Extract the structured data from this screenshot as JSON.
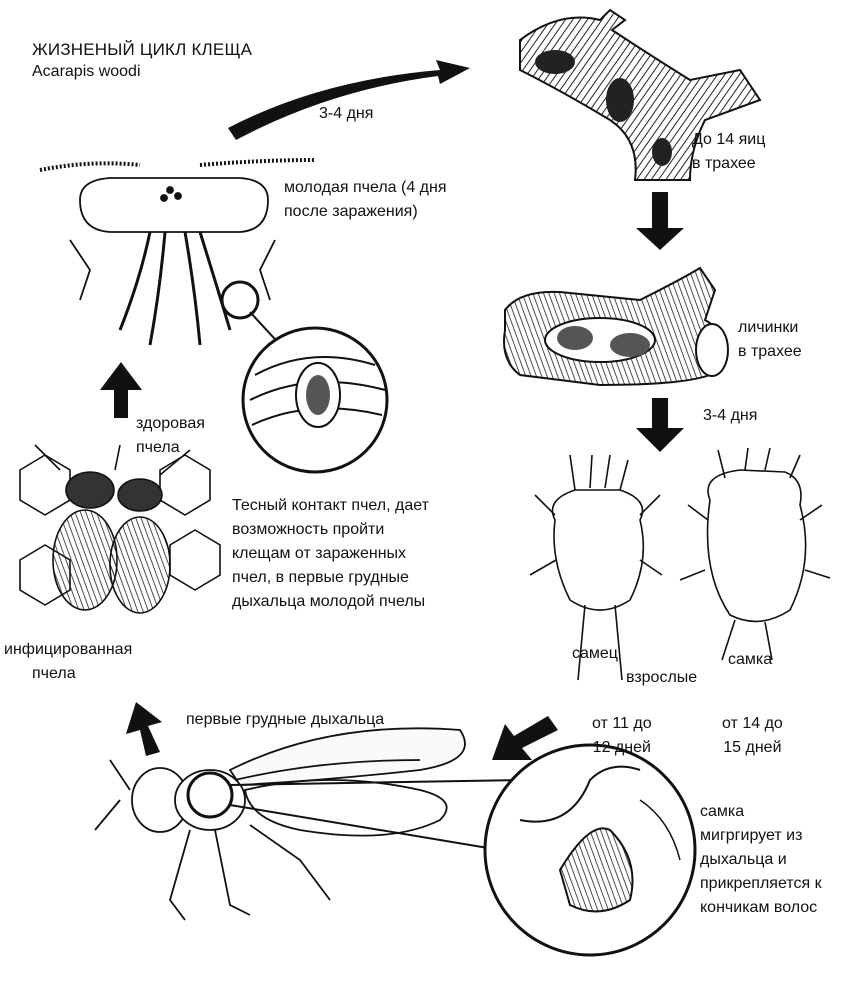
{
  "title": "ЖИЗНЕНЫЙ ЦИКЛ КЛЕЩА",
  "species": "Acarapis woodi",
  "labels": {
    "days_top": "3-4 дня",
    "eggs": [
      "До 14 яиц",
      "в трахее"
    ],
    "young_bee": [
      "молодая пчела (4 дня",
      "после заражения)"
    ],
    "larvae": [
      "личинки",
      "в трахее"
    ],
    "days_mid": "3-4 дня",
    "healthy_bee": [
      "здоровая",
      "пчела"
    ],
    "contact": [
      "Тесный контакт пчел, дает",
      "возможность пройти",
      "клещам от зараженных",
      "пчел, в первые грудные",
      "дыхальца молодой пчелы"
    ],
    "infected_bee": [
      "инфицированная",
      "пчела"
    ],
    "male": "самец",
    "female": "самка",
    "adults": "взрослые",
    "male_days": [
      "от 11 до",
      "12 дней"
    ],
    "female_days": [
      "от 14 до",
      "15 дней"
    ],
    "spiracles": "первые грудные дыхальца",
    "female_migrates": [
      "самка",
      "мигргирует из",
      "дыхальца и",
      "прикрепляется к",
      "кончикам волос"
    ]
  }
}
